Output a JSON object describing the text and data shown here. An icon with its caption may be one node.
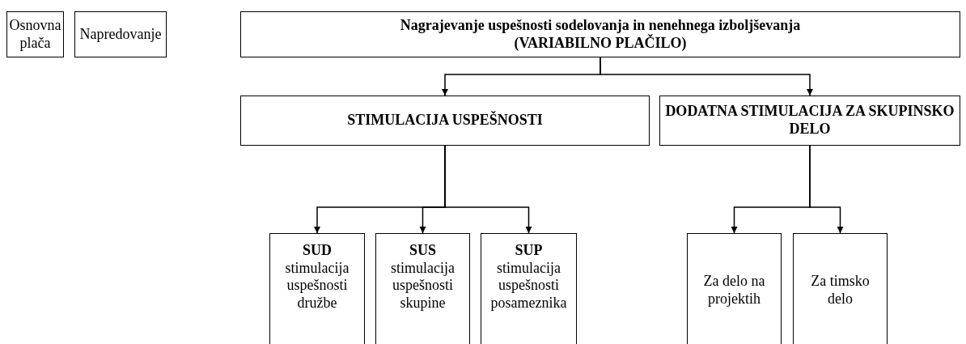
{
  "diagram": {
    "nodes": [
      {
        "text": [
          "Osnovna plača"
        ]
      },
      {
        "text": [
          "Napredovanje"
        ]
      },
      {
        "text": [
          "Nagrajevanje uspešnosti sodelovanja in nenehnega izboljševanja",
          "(VARIABILNO PLAČILO)"
        ]
      },
      {
        "text": [
          "STIMULACIJA USPEŠNOSTI"
        ]
      },
      {
        "text": [
          "DODATNA STIMULACIJA ZA SKUPINSKO DELO"
        ]
      },
      {
        "text": [
          "SUD",
          "stimulacija uspešnosti družbe"
        ]
      },
      {
        "text": [
          "SUS",
          "stimulacija uspešnosti skupine"
        ]
      },
      {
        "text": [
          "SUP",
          "stimulacija uspešnosti posameznika"
        ]
      },
      {
        "text": [
          "Za delo na projektih"
        ]
      },
      {
        "text": [
          "Za timsko delo"
        ]
      }
    ],
    "edges": [
      {
        "from": 2,
        "to": 3,
        "arrow": "to"
      },
      {
        "from": 2,
        "to": 4,
        "arrow": "to"
      },
      {
        "from": 3,
        "to": 5,
        "arrow": "to"
      },
      {
        "from": 3,
        "to": 6,
        "arrow": "to"
      },
      {
        "from": 3,
        "to": 7,
        "arrow": "to"
      },
      {
        "from": 4,
        "to": 8,
        "arrow": "to"
      },
      {
        "from": 4,
        "to": 9,
        "arrow": "to"
      }
    ]
  }
}
